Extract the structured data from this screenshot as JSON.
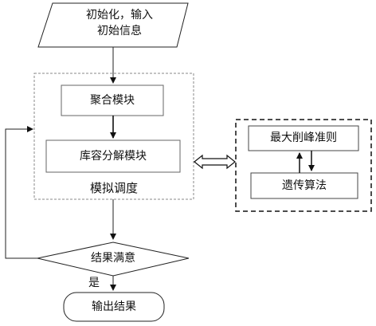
{
  "nodes": {
    "input": {
      "line1": "初始化，输入",
      "line2": "初始信息"
    },
    "aggregation": {
      "label": "聚合模块"
    },
    "decomposition": {
      "label": "库容分解模块"
    },
    "simulation_group": {
      "label": "模拟调度"
    },
    "peak_shaving": {
      "label": "最大削峰准则"
    },
    "genetic": {
      "label": "遗传算法"
    },
    "decision": {
      "label": "结果满意"
    },
    "output": {
      "label": "输出结果"
    }
  },
  "edges": {
    "yes_label": "是"
  }
}
